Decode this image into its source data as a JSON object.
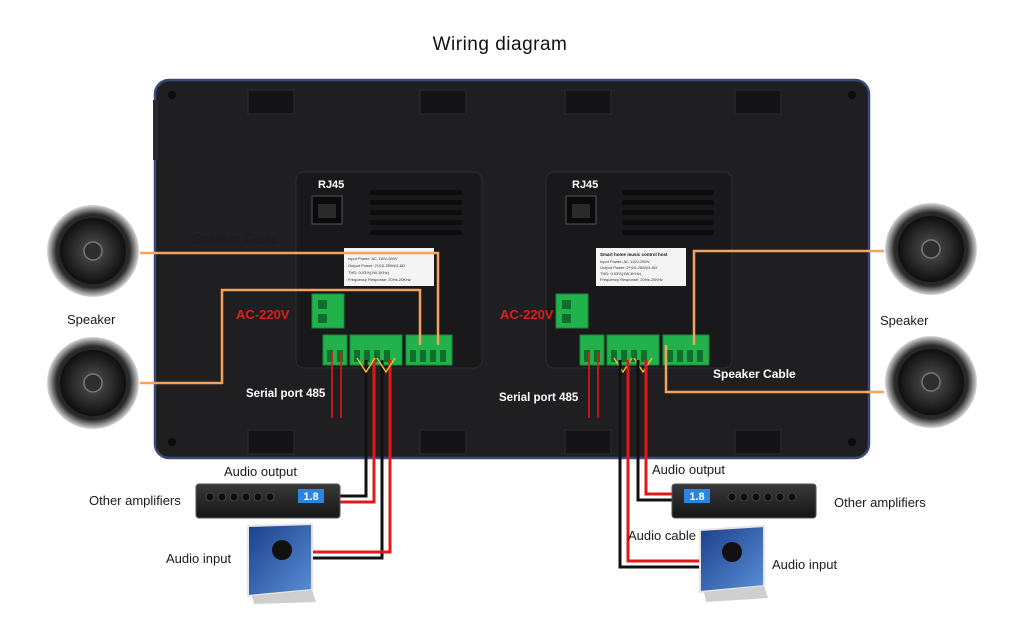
{
  "diagram": {
    "title": "Wiring diagram",
    "labels": {
      "speaker_left": "Speaker",
      "speaker_right": "Speaker",
      "speaker_cable_left": "Speaker Cable",
      "speaker_cable_right": "Speaker Cable",
      "ac_left": "AC-220V",
      "ac_right": "AC-220V",
      "rj45_left": "RJ45",
      "rj45_right": "RJ45",
      "serial_left": "Serial port 485",
      "serial_right": "Serial port 485",
      "audio_output_left": "Audio output",
      "audio_output_right": "Audio output",
      "other_amplifiers_left": "Other amplifiers",
      "other_amplifiers_right": "Other amplifiers",
      "audio_input_left": "Audio input",
      "audio_input_right": "Audio input",
      "audio_cable_right": "Audio cable"
    },
    "spec_label_left": {
      "title": "",
      "lines": [
        "Input Power: AC 110V-250V",
        "Output Power: 2*(10-25W)/4-8Ω",
        "THD: 0.03%(1W,1KHz)",
        "Frequency Response: 20Hz-20KHz"
      ]
    },
    "spec_label_right": {
      "title": "Smart home music control host",
      "lines": [
        "Input Power: AC 110V-250V",
        "Output Power: 2*(10-25W)/4-8Ω",
        "THD: 0.03%(1W,1KHz)",
        "Frequency Response: 20Hz-20KHz"
      ]
    },
    "amplifier_display": "1.8",
    "colors": {
      "panel": "#1f1f22",
      "panel_border": "#3a4a78",
      "cable_speaker": "#f5a25d",
      "cable_audio_red": "#e01818",
      "cable_audio_black": "#111111",
      "terminal_green": "#22b24c",
      "ac_red": "#e21b1b"
    }
  }
}
